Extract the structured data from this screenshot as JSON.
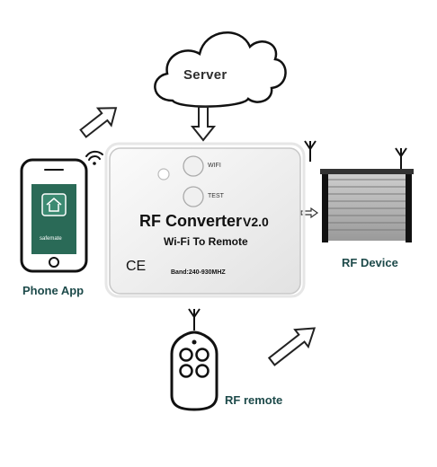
{
  "nodes": {
    "server": {
      "label": "Server"
    },
    "phone_app": {
      "label": "Phone App",
      "screen_text": "safemate"
    },
    "rf_device": {
      "label": "RF Device"
    },
    "rf_remote": {
      "label": "RF remote"
    }
  },
  "converter": {
    "title": "RF Converter",
    "version": "V2.0",
    "subtitle": "Wi-Fi To Remote",
    "wifi_button_label": "WIFI",
    "test_button_label": "TEST",
    "ce_mark": "CE",
    "band": "Band:240-930MHZ"
  },
  "icons": {
    "cloud": "cloud-icon",
    "wifi": "wifi-signal-icon",
    "antenna": "antenna-icon",
    "gate": "roller-shutter-icon",
    "keyfob": "keyfob-icon",
    "phone": "smartphone-icon"
  },
  "colors": {
    "caption": "#1d4a4a",
    "app_screen": "#2a6a57",
    "arrow_outline": "#222222",
    "device_body": "#f3f3f3"
  }
}
